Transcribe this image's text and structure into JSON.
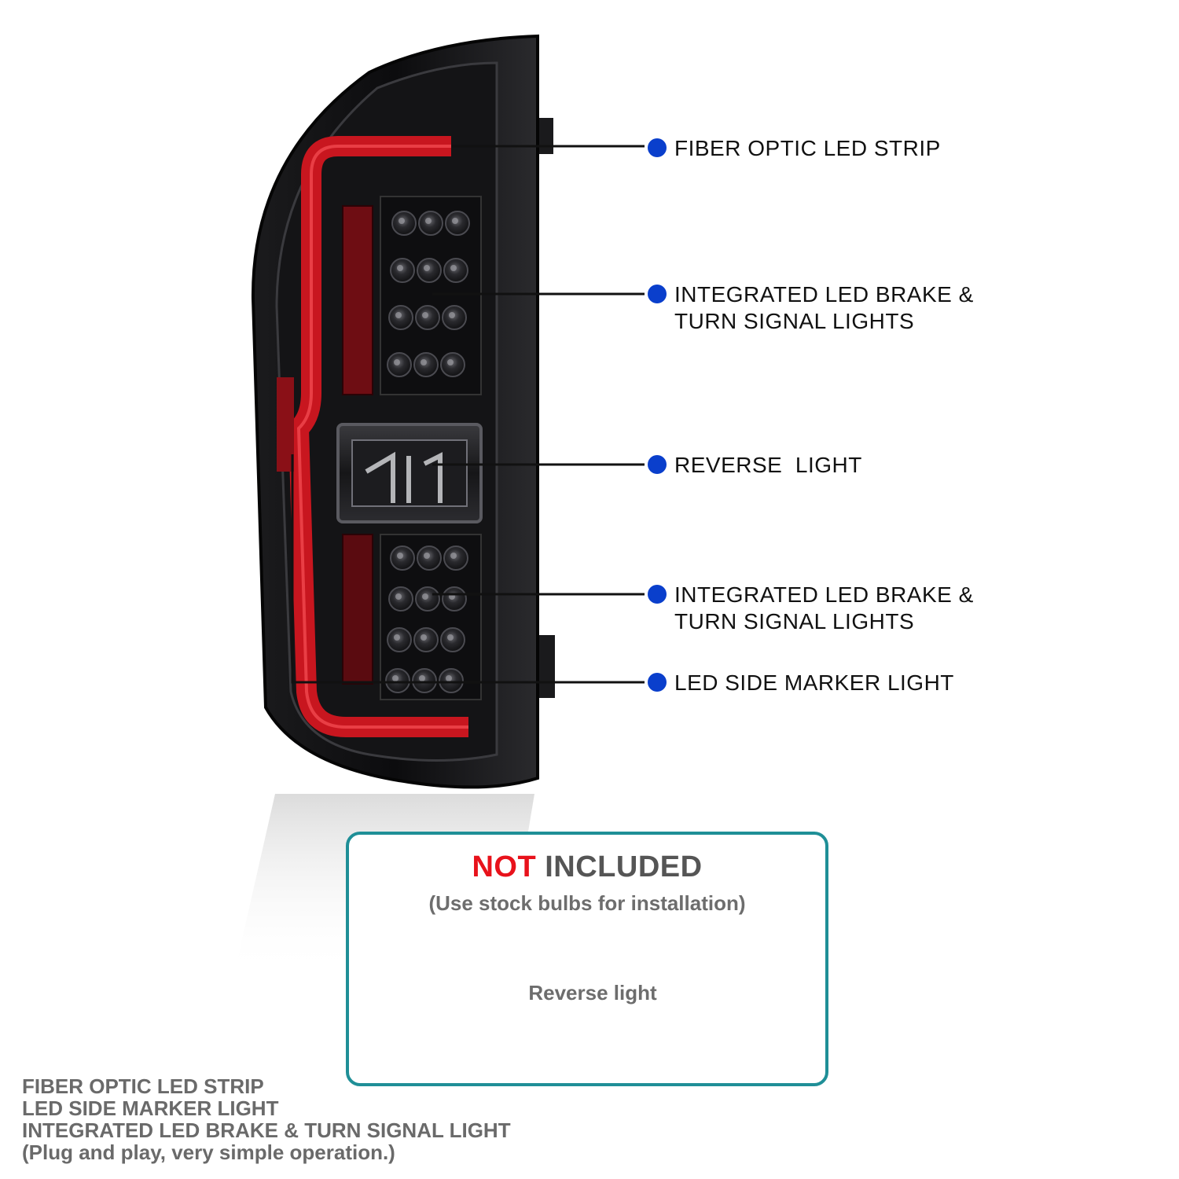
{
  "colors": {
    "dot": "#0a3fcc",
    "box_border": "#1f8f97",
    "not_red": "#e8121b",
    "caption_grey": "#6a6a6a",
    "led_red": "#c8161f"
  },
  "callouts": [
    {
      "lines": [
        "FIBER OPTIC LED STRIP"
      ]
    },
    {
      "lines": [
        "INTEGRATED LED BRAKE &",
        "TURN SIGNAL LIGHTS"
      ]
    },
    {
      "lines": [
        "REVERSE  LIGHT"
      ]
    },
    {
      "lines": [
        "INTEGRATED LED BRAKE &",
        "TURN SIGNAL LIGHTS"
      ]
    },
    {
      "lines": [
        "LED SIDE MARKER LIGHT"
      ]
    }
  ],
  "not_included": {
    "word_not": "NOT",
    "word_included": "INCLUDED",
    "subtitle": "(Use stock bulbs for installation)",
    "item": "Reverse light"
  },
  "features": [
    "FIBER OPTIC LED STRIP",
    "LED SIDE MARKER LIGHT",
    "INTEGRATED LED BRAKE & TURN SIGNAL LIGHT",
    "(Plug and play, very simple operation.)"
  ]
}
